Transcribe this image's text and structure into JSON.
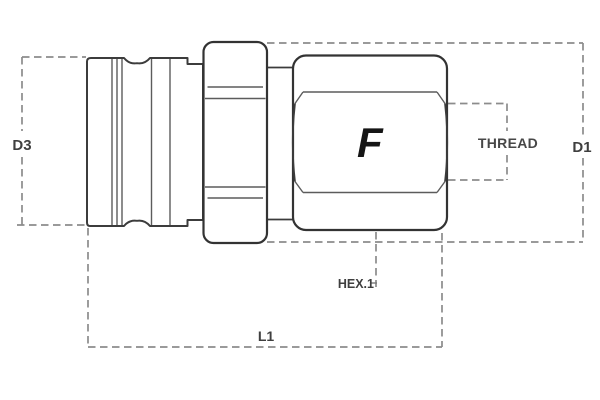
{
  "drawing": {
    "labels": {
      "d3": "D3",
      "d1": "D1",
      "thread": "THREAD",
      "hex1": "HEX.1",
      "l1": "L1"
    },
    "logo": "F",
    "colors": {
      "outline": "#3c3c3c",
      "detail_line": "#5c5c5c",
      "dimension_line": "#8c8c8c",
      "label_text": "#3f3f3f",
      "logo_text": "#151515",
      "background": "#ffffff"
    }
  }
}
